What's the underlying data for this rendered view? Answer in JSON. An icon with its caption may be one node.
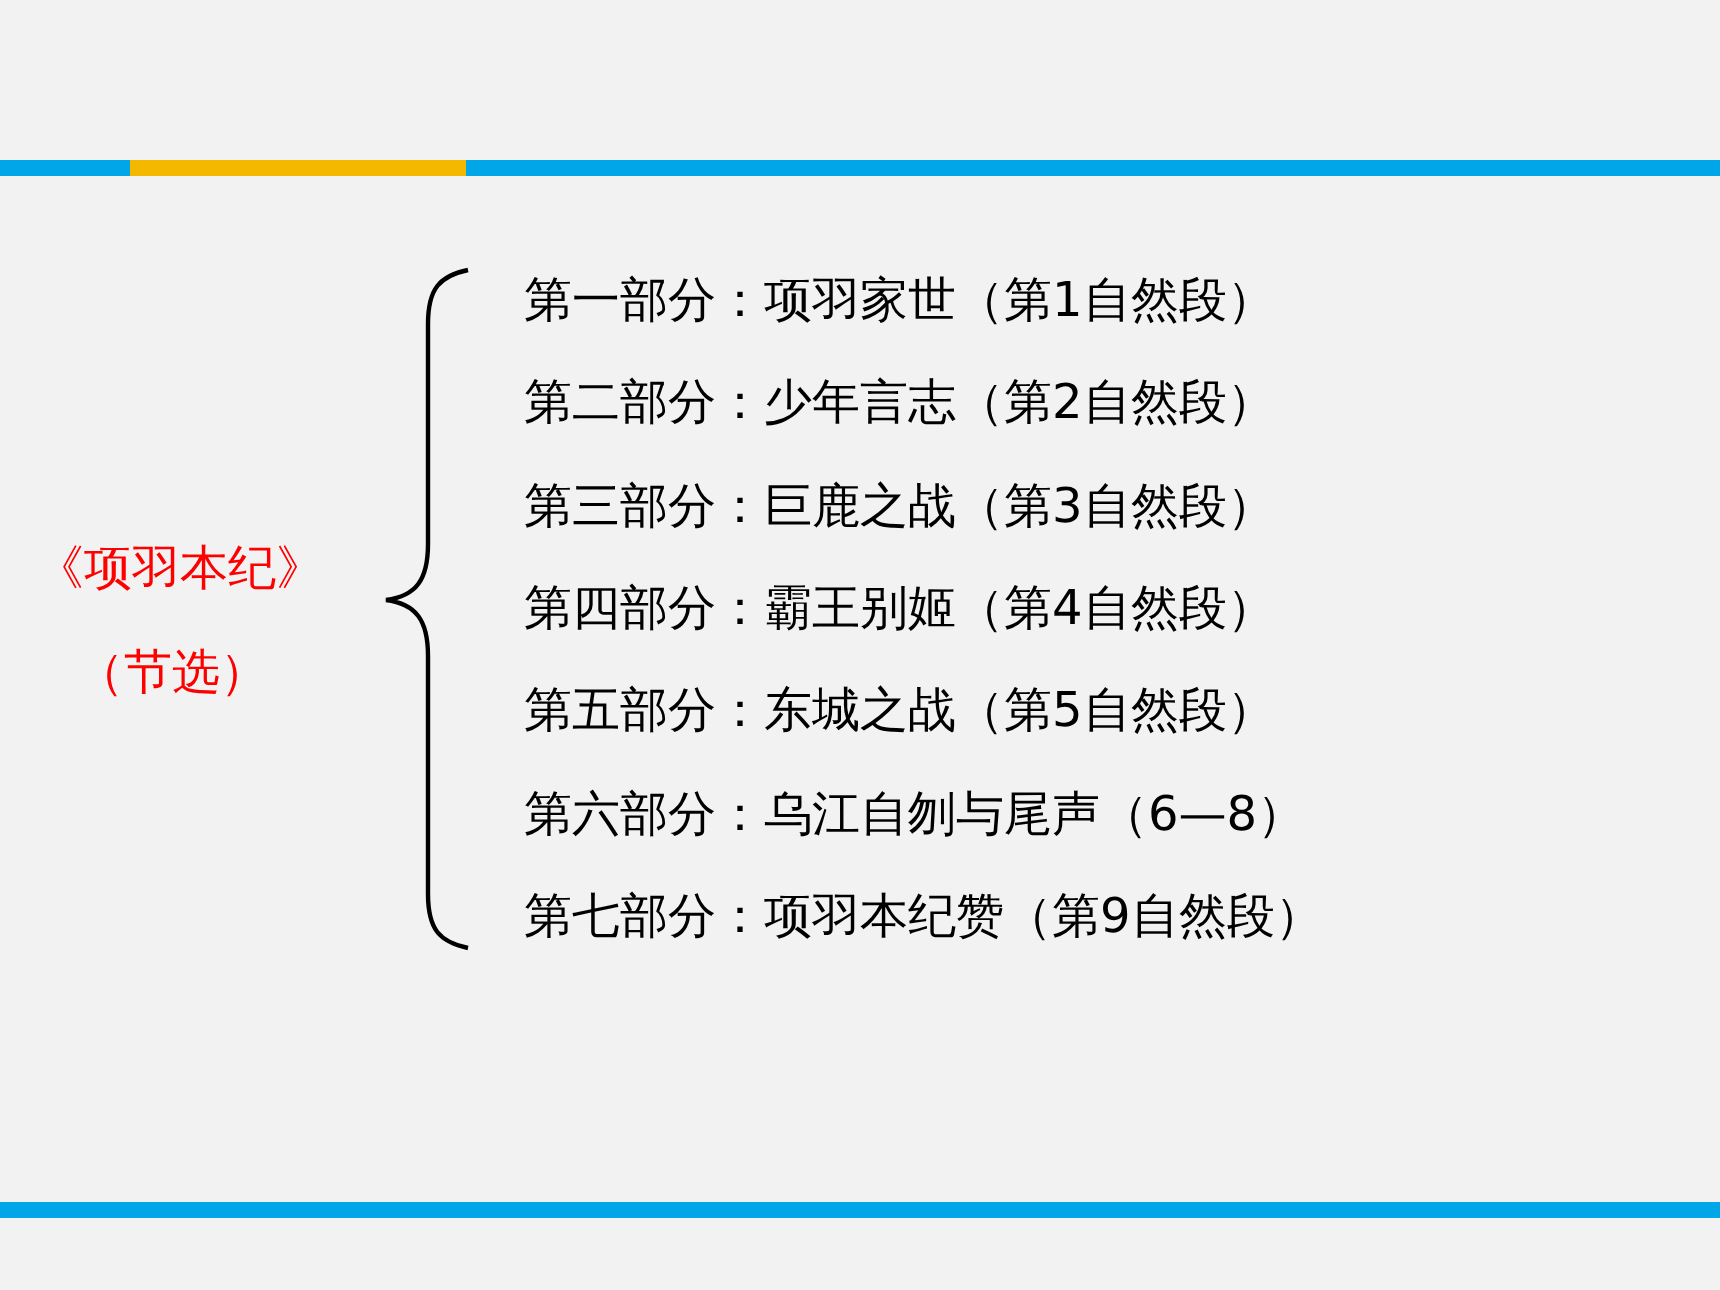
{
  "diagram": {
    "labels": [
      "《项羽本纪》",
      "（节选）",
      "第一部分：项羽家世（第1自然段）",
      "第二部分：少年言志（第2自然段）",
      "第三部分：巨鹿之战（第3自然段）",
      "第四部分：霸王别姬（第4自然段）",
      "第五部分：东城之战（第5自然段）",
      "第六部分：乌江自刎与尾声（6—8）",
      "第七部分：项羽本纪赞（第9自然段）"
    ]
  }
}
